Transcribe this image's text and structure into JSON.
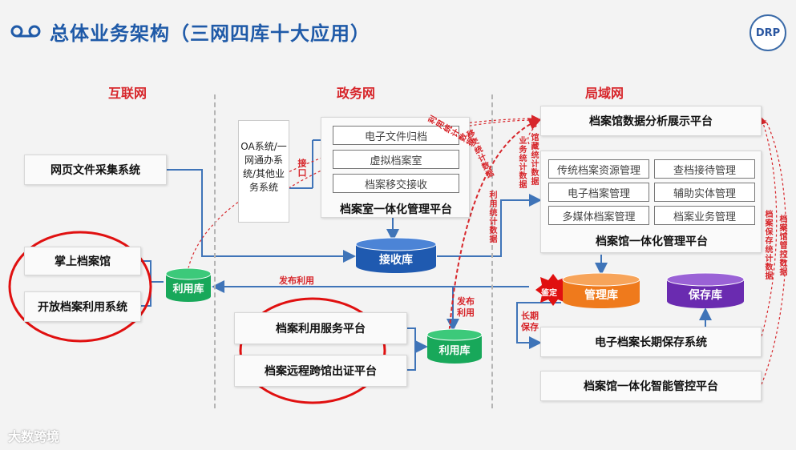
{
  "title": "总体业务架构（三网四库十大应用）",
  "logo_text": "DRP",
  "watermark": "大数跨境",
  "zones": {
    "internet": "互联网",
    "government": "政务网",
    "lan": "局域网"
  },
  "internet": {
    "web_collect": "网页文件采集系统",
    "mobile_archive": "掌上档案馆",
    "open_archive": "开放档案利用系统"
  },
  "government": {
    "oa": "OA系统/一网通办系统/其他业务系统",
    "interface": "接口",
    "room_items": [
      "电子文件归档",
      "虚拟档案室",
      "档案移交接收"
    ],
    "room_platform": "档案室一体化管理平台",
    "service_platform": "档案利用服务平台",
    "remote_platform": "档案远程跨馆出证平台"
  },
  "lan": {
    "analytics": "档案馆数据分析展示平台",
    "hall_items": [
      "传统档案资源管理",
      "查档接待管理",
      "电子档案管理",
      "辅助实体管理",
      "多媒体档案管理",
      "档案业务管理"
    ],
    "hall_platform": "档案馆一体化管理平台",
    "long_term": "电子档案长期保存系统",
    "smart": "档案馆一体化智能管控平台"
  },
  "databases": {
    "use_db": "利用库",
    "receive_db": "接收库",
    "use_db2": "利用库",
    "manage_db": "管理库",
    "preserve_db": "保存库"
  },
  "labels": {
    "publish": "发布利用",
    "publish2": "发布利用",
    "appraise": "鉴定",
    "long_preserve": "长期保存",
    "stats1": "馆藏统计数据",
    "stats2": "业务统计数据",
    "stats3": "利用统计数据",
    "stats4": "移交统计数据",
    "stats5": "利用统计数据",
    "stats6": "档案保存统计数据",
    "stats7": "档案馆管控数据"
  },
  "colors": {
    "title": "#1f5aa8",
    "red": "#d7262b",
    "blue_db": "#1f5ab0",
    "green_db": "#18a85a",
    "orange_db": "#ef7a1c",
    "purple_db": "#6a2bb0"
  }
}
